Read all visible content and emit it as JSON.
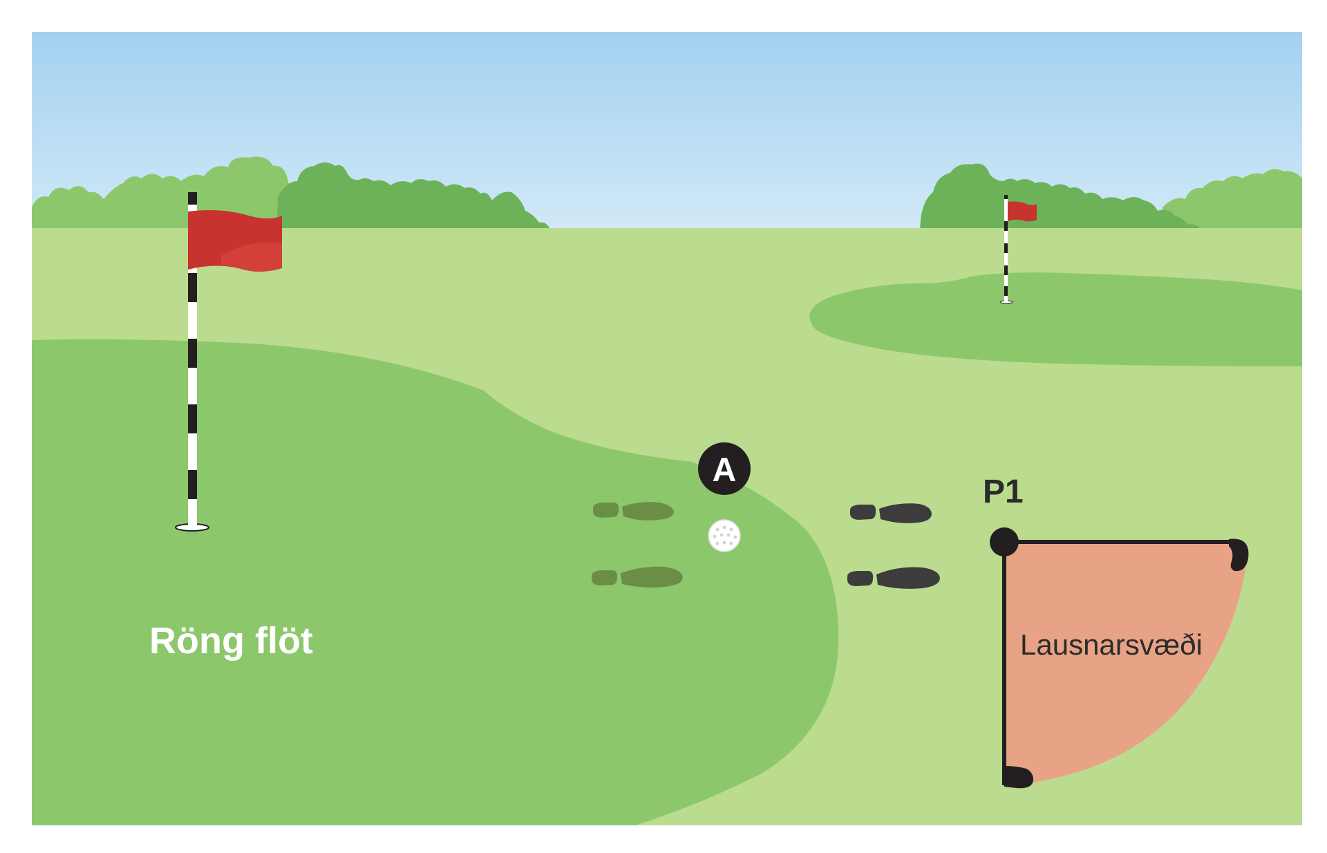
{
  "labels": {
    "wrong_green": "Röng flöt",
    "point": "P1",
    "badge": "A",
    "relief_area": "Lausnarsvæði"
  },
  "colors": {
    "sky_top": "#a3d1f0",
    "sky_bottom": "#cde7f7",
    "fairway": "#bbdb8f",
    "green": "#8cc86b",
    "trees_light": "#8cc86b",
    "trees_dark": "#6cb258",
    "flag": "#cc3a36",
    "relief_area": "#e8a387",
    "marker": "#231f20"
  },
  "icons": {
    "near_flag": "flag-icon",
    "far_flag": "flag-icon",
    "ball": "golf-ball-icon",
    "footprints": "footprint-icon"
  }
}
